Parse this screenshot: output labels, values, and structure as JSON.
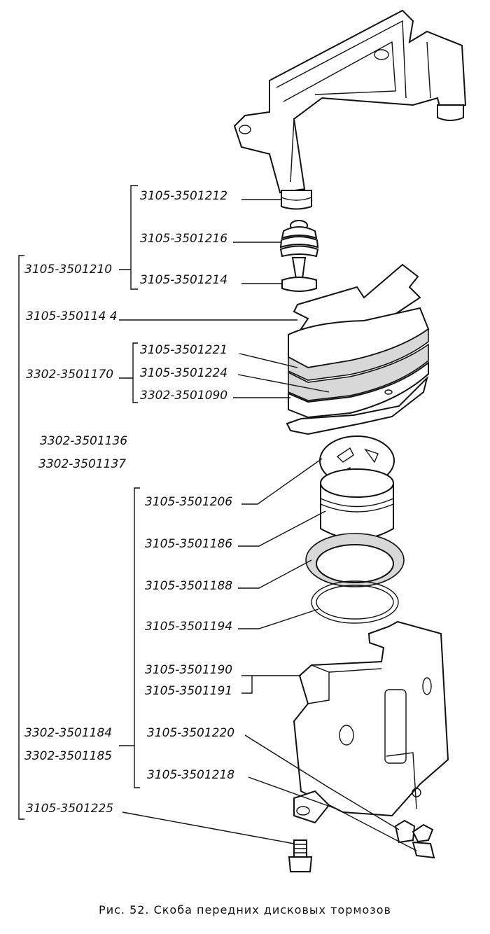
{
  "labels": {
    "l01": "3105-3501212",
    "l02": "3105-3501216",
    "l03": "3105-3501210",
    "l04": "3105-3501214",
    "l05": "3105-350114 4",
    "l06": "3105-3501221",
    "l07": "3302-3501170",
    "l08": "3105-3501224",
    "l09": "3302-3501090",
    "l10": "3302-3501136",
    "l11": "3302-3501137",
    "l12": "3105-3501206",
    "l13": "3105-3501186",
    "l14": "3105-3501188",
    "l15": "3105-3501194",
    "l16": "3105-3501190",
    "l17": "3105-3501191",
    "l18": "3302-3501184",
    "l19": "3105-3501220",
    "l20": "3302-3501185",
    "l21": "3105-3501218",
    "l22": "3105-3501225"
  },
  "caption": "Рис. 52. Скоба передних дисковых тормозов"
}
